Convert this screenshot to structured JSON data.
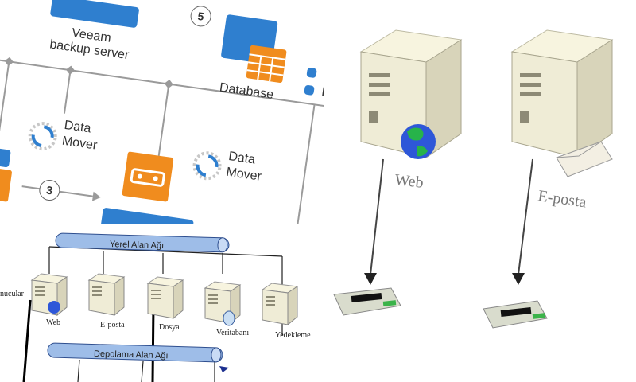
{
  "top_left": {
    "veeam_label_1": "Veeam",
    "veeam_label_2": "backup server",
    "database_label": "Database",
    "data_mover_1": "Data",
    "data_mover_2": "Mover",
    "data_mover_b1": "Data",
    "data_mover_b2": "Mover",
    "step_5": "5",
    "step_3": "3",
    "partial_up": "up",
    "partial_e": "E"
  },
  "right": {
    "web_label": "Web",
    "email_label": "E-posta"
  },
  "bottom_left": {
    "lan_label": "Yerel Alan Ağı",
    "san_label": "Depolama Alan Ağı",
    "clients_label": "nucular",
    "servers": [
      {
        "label": "Web"
      },
      {
        "label": "E-posta"
      },
      {
        "label": "Dosya"
      },
      {
        "label": "Veritabanı"
      },
      {
        "label": "Yedekleme"
      }
    ]
  },
  "colors": {
    "veeam_blue": "#2f7fcf",
    "veeam_orange": "#f08c1e",
    "pipe_blue": "#8fb4e6",
    "server_beige": "#efecd6"
  }
}
